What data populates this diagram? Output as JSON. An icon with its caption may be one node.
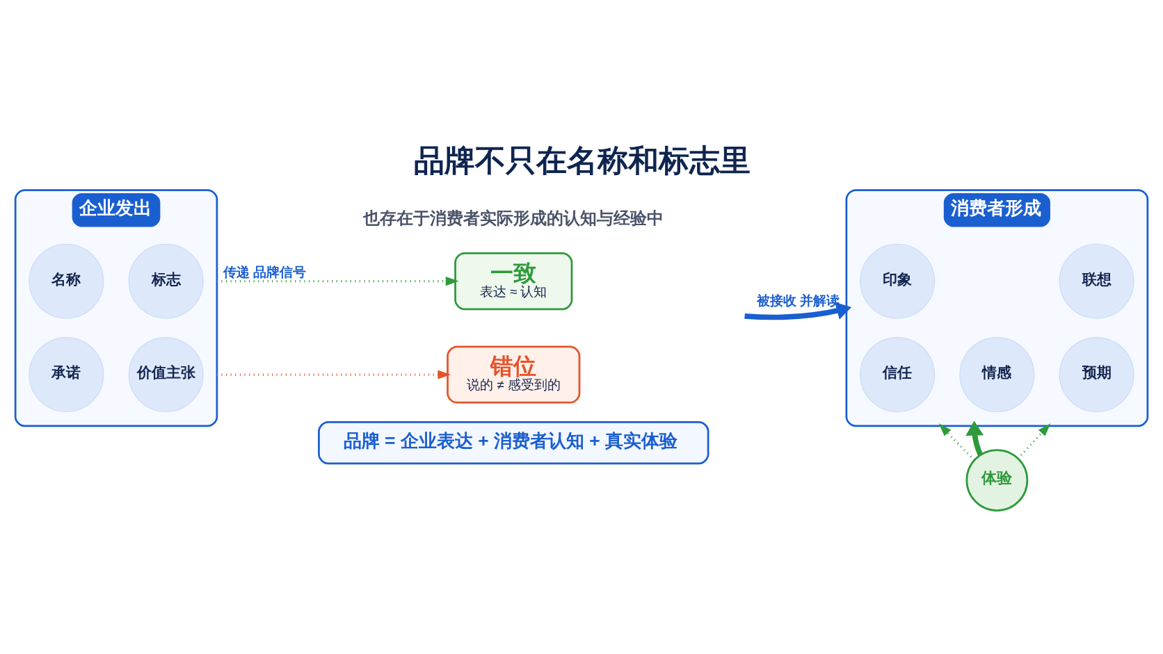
{
  "diagram": {
    "title": "品牌不只在名称和标志里",
    "nodes": [
      {
        "text": [
          "企业发出"
        ]
      },
      {
        "text": [
          "名称"
        ],
        "in": 0
      },
      {
        "text": [
          "标志"
        ],
        "in": 0
      },
      {
        "text": [
          "承诺"
        ],
        "in": 0
      },
      {
        "text": [
          "价值主张"
        ],
        "in": 0
      },
      {
        "text": [
          "一致",
          "表达 ≈ 认知"
        ]
      },
      {
        "text": [
          "错位",
          "说的 ≠ 感受到的"
        ]
      },
      {
        "text": [
          "消费者形成"
        ]
      },
      {
        "text": [
          "印象"
        ],
        "in": 7
      },
      {
        "text": [
          "联想"
        ],
        "in": 7
      },
      {
        "text": [
          "信任"
        ],
        "in": 7
      },
      {
        "text": [
          "情感"
        ],
        "in": 7
      },
      {
        "text": [
          "预期"
        ],
        "in": 7
      },
      {
        "text": [
          "体验"
        ]
      },
      {
        "text": [
          "品牌 = 企业表达 + 消费者认知 + 真实体验"
        ]
      }
    ],
    "edges": [
      {
        "from": 0,
        "to": 5,
        "arrow": "to",
        "label": "传递 品牌信号",
        "style": "dashed",
        "color": "#2f9a3c"
      },
      {
        "from": 0,
        "to": 6,
        "arrow": "to",
        "style": "dashed",
        "color": "#e5532b"
      },
      {
        "from": null,
        "to": 7,
        "arrow": "to",
        "label": "被接收 并解读",
        "style": "thick",
        "color": "#1a5fd0"
      },
      {
        "from": 13,
        "to": 7,
        "arrow": "to",
        "style": "dashed",
        "color": "#2f9a3c"
      },
      {
        "from": 13,
        "to": 7,
        "arrow": "to",
        "style": "thick",
        "color": "#2f9a3c"
      },
      {
        "from": 13,
        "to": 7,
        "arrow": "to",
        "style": "dashed",
        "color": "#2f9a3c"
      }
    ],
    "labels": [
      "也存在于消费者实际形成的认知与经验中"
    ]
  }
}
